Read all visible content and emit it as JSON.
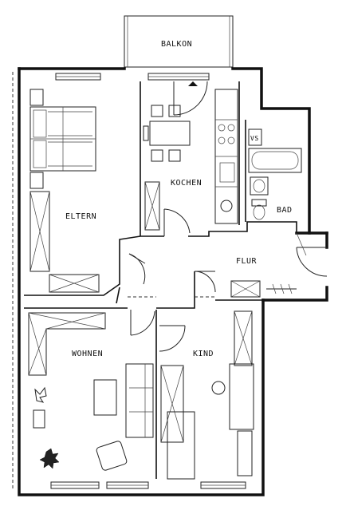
{
  "rooms": {
    "balkon": "BALKON",
    "eltern": "ELTERN",
    "kochen": "KOCHEN",
    "bad": "BAD",
    "flur": "FLUR",
    "wohnen": "WOHNEN",
    "kind": "KIND"
  },
  "fixtures": {
    "vs": "VS"
  }
}
